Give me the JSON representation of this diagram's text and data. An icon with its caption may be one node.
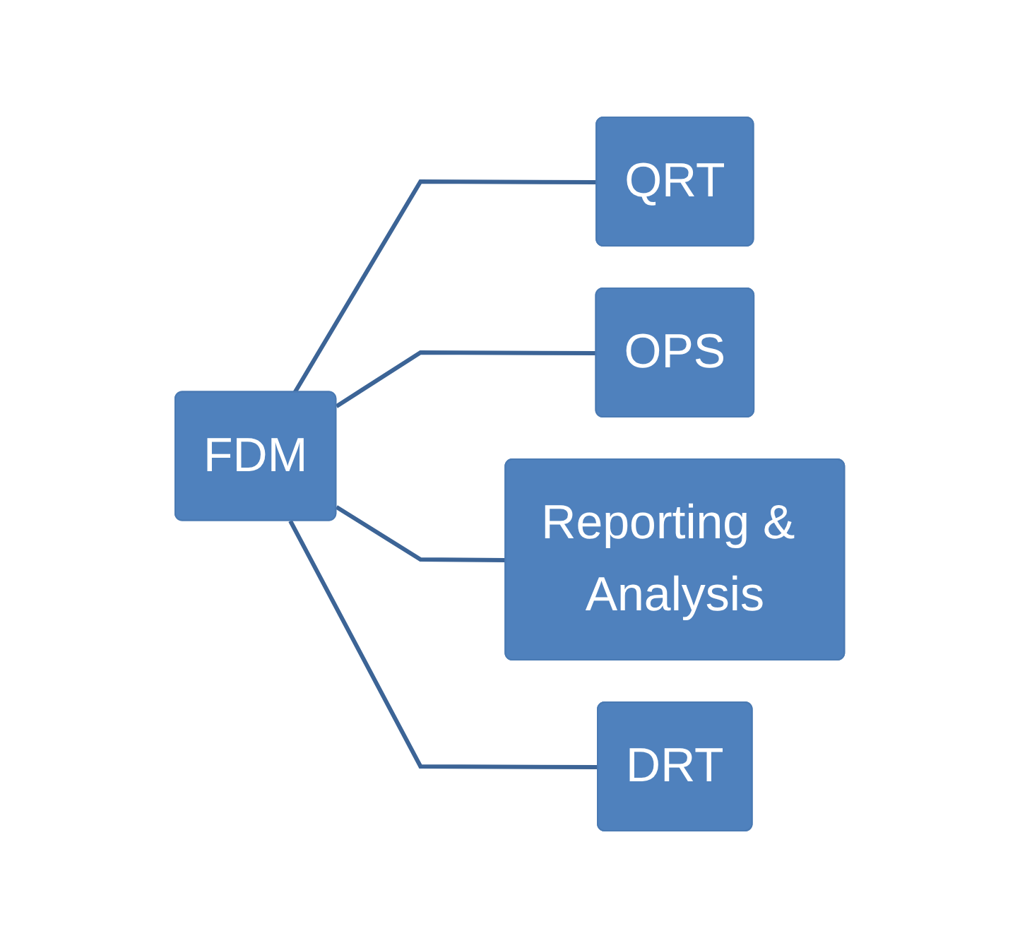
{
  "diagram": {
    "nodes": [
      {
        "text": [
          "FDM"
        ]
      },
      {
        "text": [
          "QRT"
        ]
      },
      {
        "text": [
          "OPS"
        ]
      },
      {
        "text": [
          "Reporting & Analysis"
        ]
      },
      {
        "text": [
          "DRT"
        ]
      }
    ],
    "edges": [
      {
        "from": 0,
        "to": 1,
        "arrow": "none"
      },
      {
        "from": 0,
        "to": 2,
        "arrow": "none"
      },
      {
        "from": 0,
        "to": 3,
        "arrow": "none"
      },
      {
        "from": 0,
        "to": 4,
        "arrow": "none"
      }
    ]
  }
}
